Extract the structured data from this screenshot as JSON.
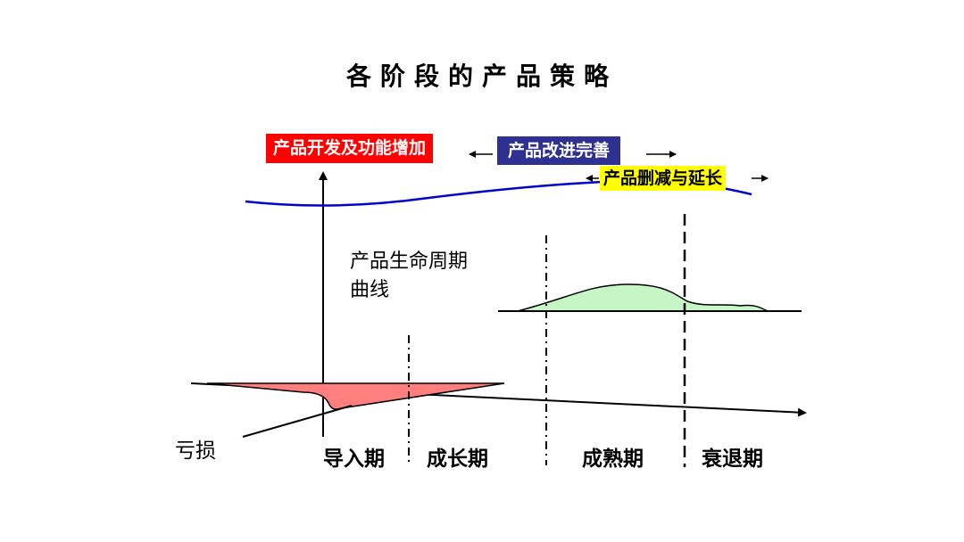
{
  "title": "各阶段的产品策略",
  "strategies": {
    "development": "产品开发及功能增加",
    "improvement": "产品改进完善",
    "reduction": "产品删减与延长"
  },
  "curve_label": {
    "line1": "产品生命周期",
    "line2": "曲线"
  },
  "loss_label": "亏损",
  "stages": {
    "introduction": "导入期",
    "growth": "成长期",
    "maturity": "成熟期",
    "decline": "衰退期"
  },
  "colors": {
    "development_box": "#ff0000",
    "improvement_box": "#2e3192",
    "reduction_box": "#ffff00",
    "strategy_curve": "#0000cc",
    "loss_area": "#ff7f7f",
    "profit_area": "#c6f5c6"
  }
}
